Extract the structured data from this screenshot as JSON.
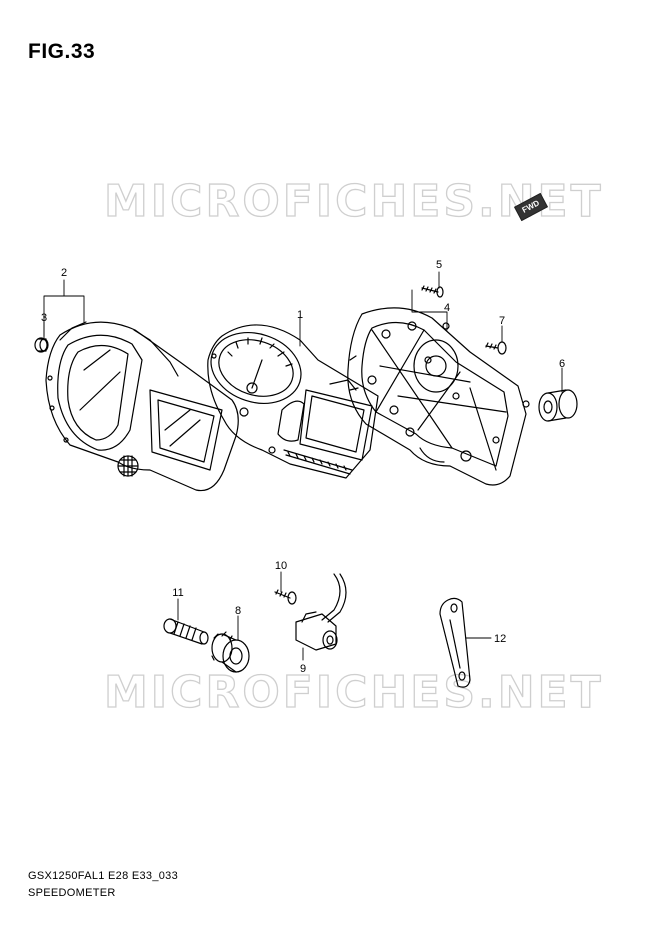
{
  "figure": {
    "title": "FIG.33"
  },
  "watermark": {
    "text": "MICROFICHES.NET"
  },
  "fwd_badge": {
    "text": "FWD"
  },
  "parts": [
    {
      "ref": "1"
    },
    {
      "ref": "2"
    },
    {
      "ref": "3"
    },
    {
      "ref": "4"
    },
    {
      "ref": "5"
    },
    {
      "ref": "6"
    },
    {
      "ref": "7"
    },
    {
      "ref": "8"
    },
    {
      "ref": "9"
    },
    {
      "ref": "10"
    },
    {
      "ref": "11"
    },
    {
      "ref": "12"
    }
  ],
  "footer": {
    "code": "GSX1250FAL1 E28 E33_033",
    "name": "SPEEDOMETER"
  }
}
